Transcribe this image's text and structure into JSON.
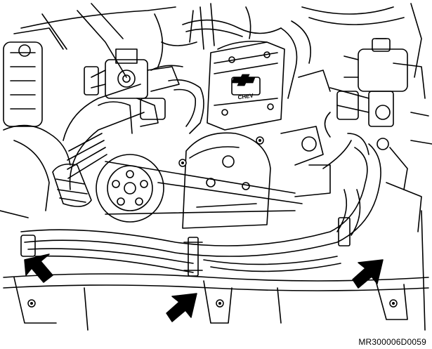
{
  "figure": {
    "code": "MR300006D0059",
    "emblem_text": "CHEV",
    "line_color": "#000000",
    "background_color": "#ffffff",
    "callout_arrows": [
      {
        "name": "left",
        "direction": "up-left"
      },
      {
        "name": "center",
        "direction": "up-right"
      },
      {
        "name": "right",
        "direction": "up-right"
      }
    ]
  }
}
